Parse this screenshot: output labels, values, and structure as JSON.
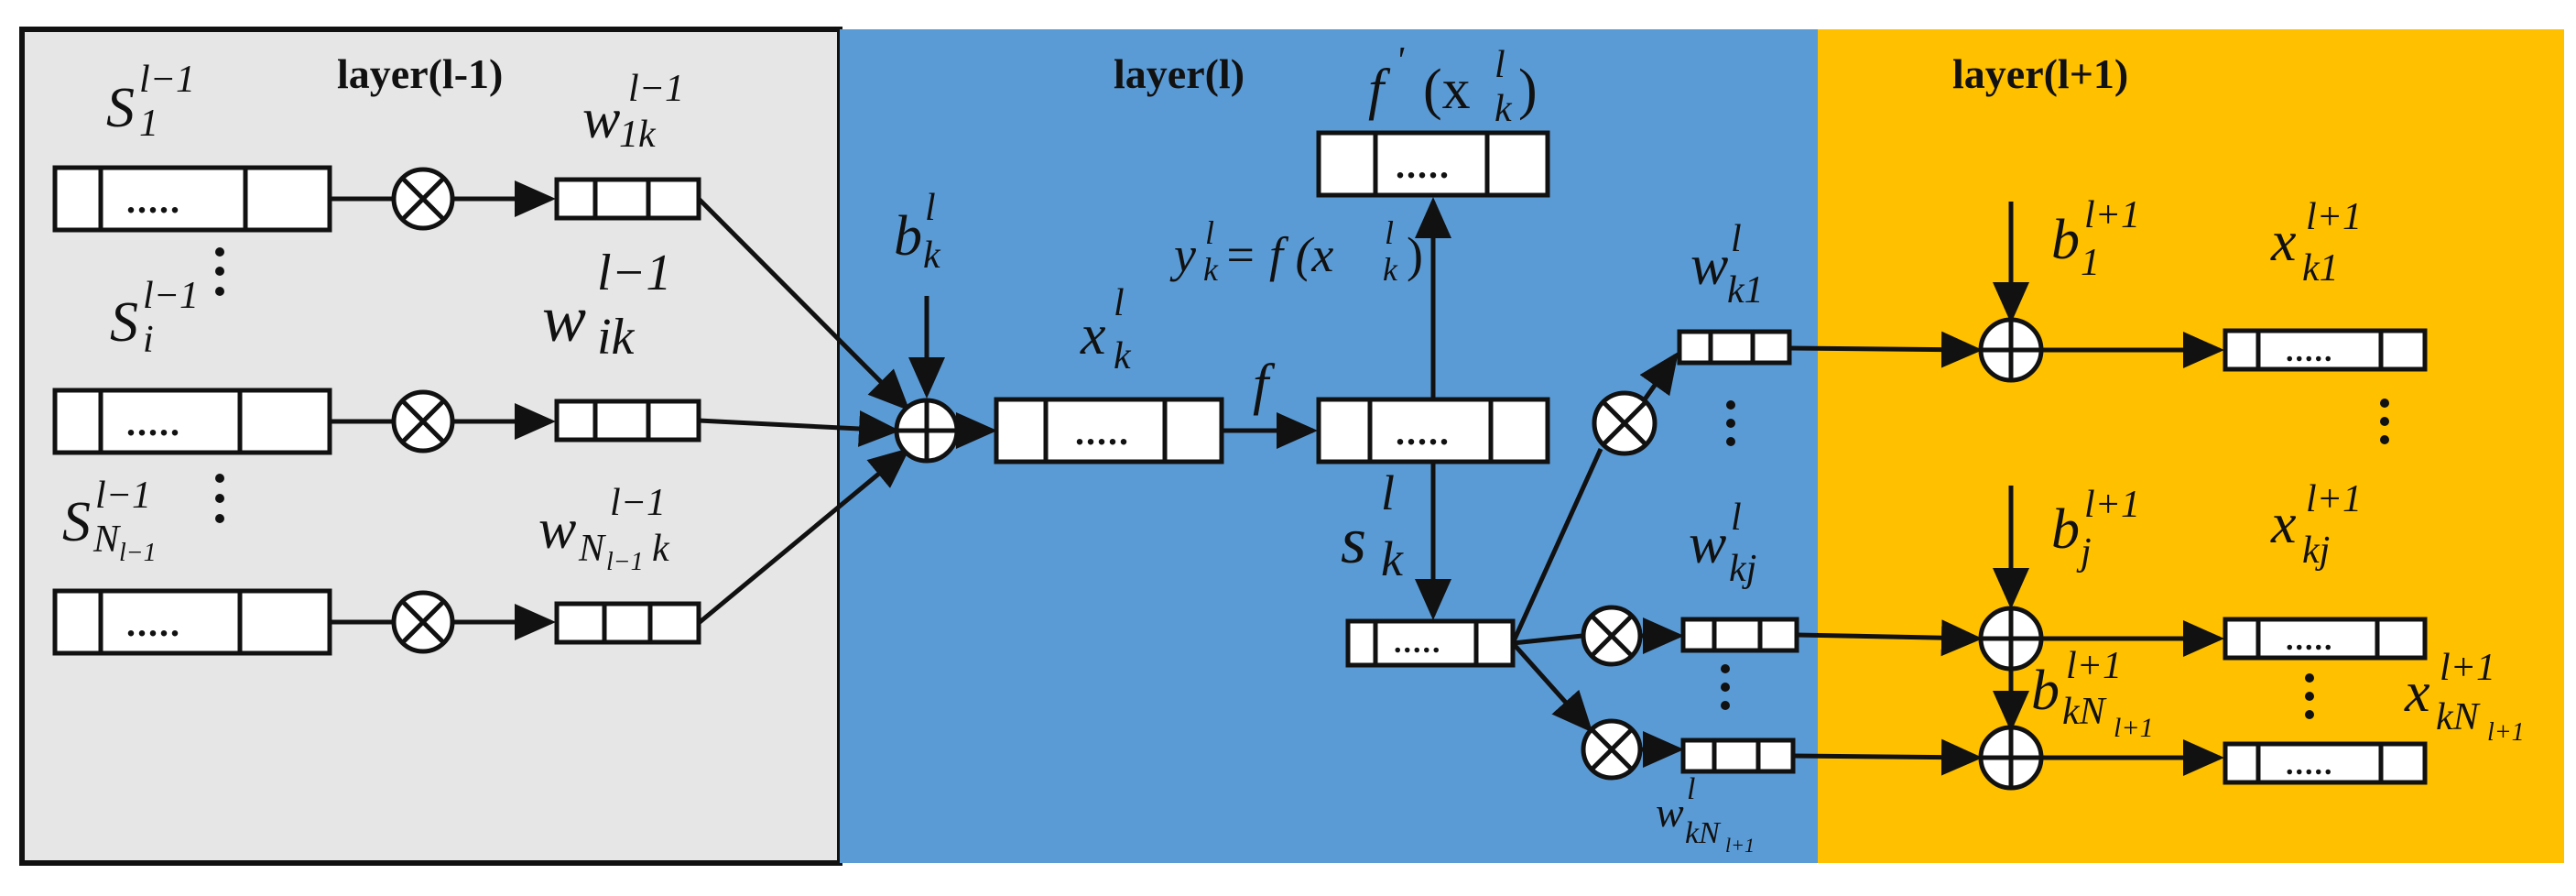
{
  "panels": {
    "prev": {
      "title": "layer(l-1)",
      "color": "#e6e6e6"
    },
    "curr": {
      "title": "layer(l)",
      "color": "#5b9bd5"
    },
    "next": {
      "title": "layer(l+1)",
      "color": "#ffc000"
    }
  },
  "box_dots": ".....",
  "labels": {
    "s1": {
      "base": "S",
      "sub": "1",
      "sup": "l−1"
    },
    "si": {
      "base": "S",
      "sub": "i",
      "sup": "l−1"
    },
    "sN": {
      "base": "S",
      "sub": "N",
      "subsub": "l−1",
      "sup": "l−1"
    },
    "w1k": {
      "base": "w",
      "sub": "1k",
      "sup": "l−1"
    },
    "wik": {
      "base": "w",
      "sub": "ik",
      "sup": "l−1"
    },
    "wNk": {
      "base": "w",
      "sub": "N",
      "subsub": "l−1",
      "sub2": "k",
      "sup": "l−1"
    },
    "bk": {
      "base": "b",
      "sub": "k",
      "sup": "l"
    },
    "xk": {
      "base": "x",
      "sub": "k",
      "sup": "l"
    },
    "f": "f",
    "fprime": {
      "pre": "f",
      "prime": "'",
      "open": "(x",
      "sub": "k",
      "sup": "l",
      "close": ")"
    },
    "yk": {
      "base": "y",
      "sub": "k",
      "sup": "l",
      "eq": " = f (x",
      "sub2": "k",
      "sup2": "l",
      "close": ")"
    },
    "sk": {
      "base": "s",
      "sub": "k",
      "sup": "l"
    },
    "wk1": {
      "base": "w",
      "sub": "k1",
      "sup": "l"
    },
    "wkj": {
      "base": "w",
      "sub": "kj",
      "sup": "l"
    },
    "wkN": {
      "base": "w",
      "sub": "kN",
      "subsub": "l+1",
      "sup": "l"
    },
    "b1": {
      "base": "b",
      "sub": "1",
      "sup": "l+1"
    },
    "bj": {
      "base": "b",
      "sub": "j",
      "sup": "l+1"
    },
    "bkN": {
      "base": "b",
      "sub": "kN",
      "subsub": "l+1",
      "sup": "l+1"
    },
    "xk1": {
      "base": "x",
      "sub": "k1",
      "sup": "l+1"
    },
    "xkj": {
      "base": "x",
      "sub": "kj",
      "sup": "l+1"
    },
    "xkN": {
      "base": "x",
      "sub": "kN",
      "subsub": "l+1",
      "sup": "l+1"
    }
  }
}
